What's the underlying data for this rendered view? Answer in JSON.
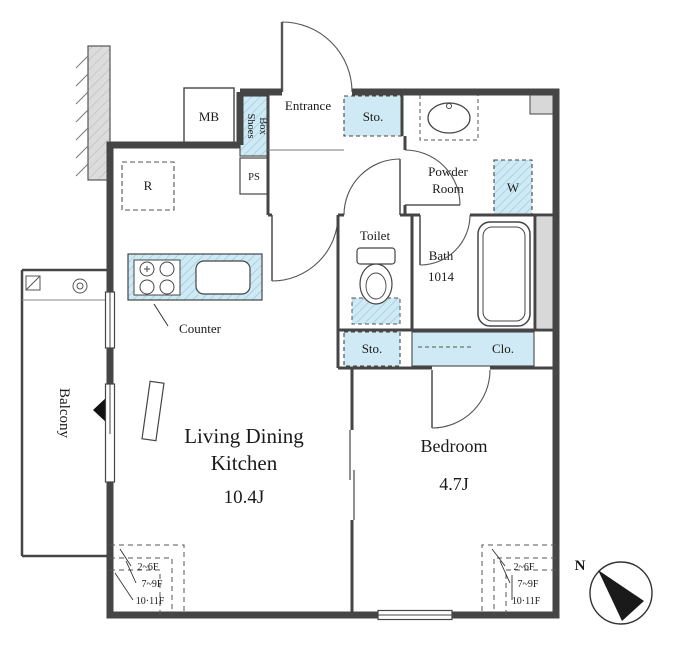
{
  "labels": {
    "mb": "MB",
    "shoes1": "Shoes",
    "shoes2": "Box",
    "entrance": "Entrance",
    "sto_top": "Sto.",
    "powder1": "Powder",
    "powder2": "Room",
    "washer": "W",
    "fridge": "R",
    "ps": "PS",
    "toilet": "Toilet",
    "bath": "Bath",
    "bath_size": "1014",
    "sto_mid": "Sto.",
    "closet": "Clo.",
    "balcony": "Balcony",
    "counter": "Counter",
    "ldk1": "Living Dining",
    "ldk2": "Kitchen",
    "ldk_size": "10.4J",
    "bedroom": "Bedroom",
    "bedroom_size": "4.7J",
    "north": "N"
  },
  "floor_notes_left": [
    "2~6F",
    "7~9F",
    "10·11F"
  ],
  "floor_notes_right": [
    "2~6F",
    "7~9F",
    "10·11F"
  ],
  "colors": {
    "wall": "#454545",
    "aqua": "#cfeaf4",
    "aqua_line": "#8fc6dc",
    "gray": "#d8d8d8",
    "text": "#1a1a1a"
  }
}
